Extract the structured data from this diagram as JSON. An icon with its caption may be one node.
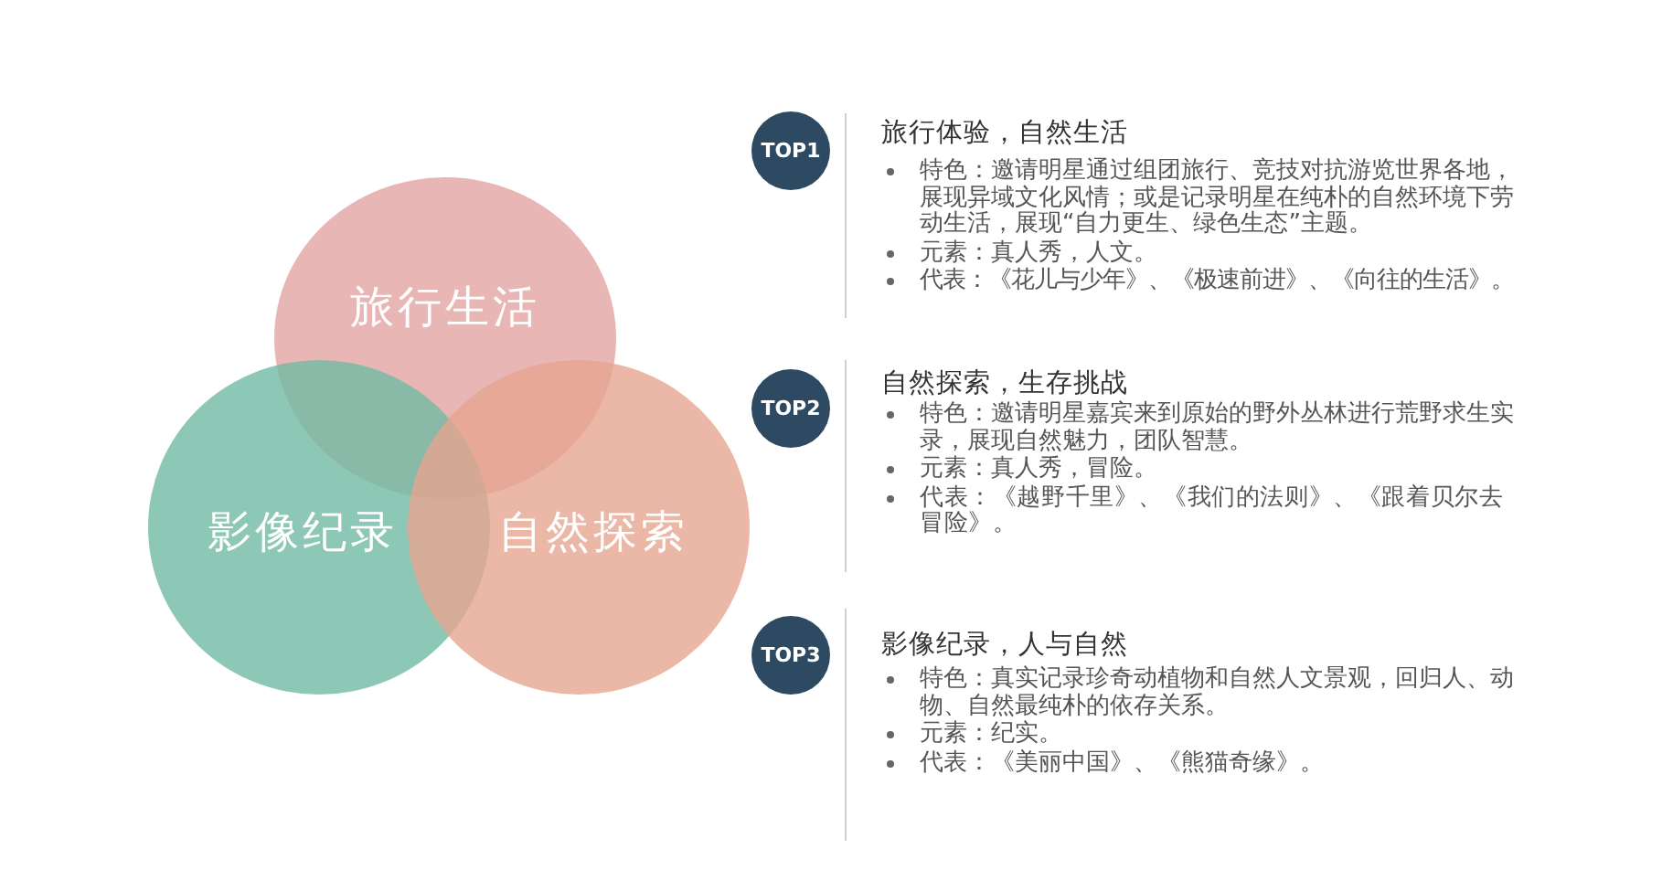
{
  "diagram": {
    "nodes": [
      {
        "text": [
          "旅行生活"
        ]
      },
      {
        "text": [
          "影像纪录"
        ]
      },
      {
        "text": [
          "自然探索"
        ]
      },
      {
        "text": [
          "TOP1"
        ],
        "beside": [
          "旅行体验，自然生活",
          "特色：邀请明星通过组团旅行、竞技对抗游览世界各地，展现异域文化风情；或是记录明星在纯朴的自然环境下劳动生活，展现“自力更生、绿色生态”主题。",
          "元素：真人秀，人文。",
          "代表：《花儿与少年》、《极速前进》、《向往的生活》。"
        ]
      },
      {
        "text": [
          "TOP2"
        ],
        "beside": [
          "自然探索，生存挑战",
          "特色：邀请明星嘉宾来到原始的野外丛林进行荒野求生实录，展现自然魅力，团队智慧。",
          "元素：真人秀，冒险。",
          "代表：《越野千里》、《我们的法则》、《跟着贝尔去冒险》。"
        ]
      },
      {
        "text": [
          "TOP3"
        ],
        "beside": [
          "影像纪录，人与自然",
          "特色：真实记录珍奇动植物和自然人文景观，回归人、动物、自然最纯朴的依存关系。",
          "元素：纪实。",
          "代表：《美丽中国》、《熊猫奇缘》。"
        ]
      }
    ]
  }
}
